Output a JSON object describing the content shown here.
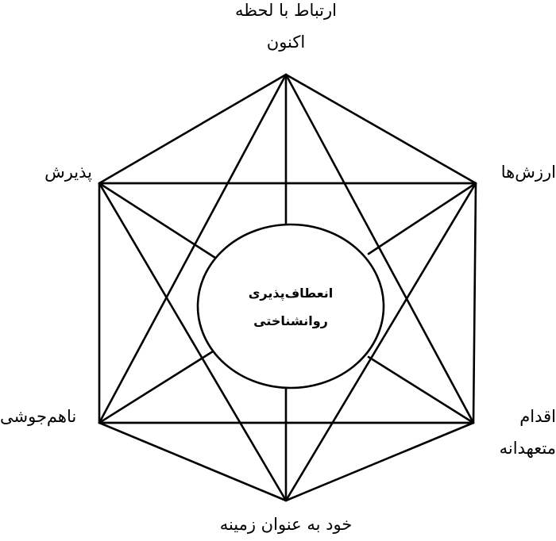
{
  "diagram": {
    "type": "hexaflex",
    "line_color": "#000000",
    "background": "#ffffff",
    "center": {
      "line1": "انعطاف‌پذیری",
      "line2": "روانشناختی"
    },
    "nodes": {
      "top": {
        "line1": "ارتباط با لحظه",
        "line2": "اکنون"
      },
      "upper_right": {
        "line1": "ارزش‌ها"
      },
      "lower_right": {
        "line1": "اقدام",
        "line2": "متعهدانه"
      },
      "bottom": {
        "line1": "خود به عنوان زمینه"
      },
      "lower_left": {
        "line1": "ناهم‌جوشی"
      },
      "upper_left": {
        "line1": "پذیرش"
      }
    }
  }
}
